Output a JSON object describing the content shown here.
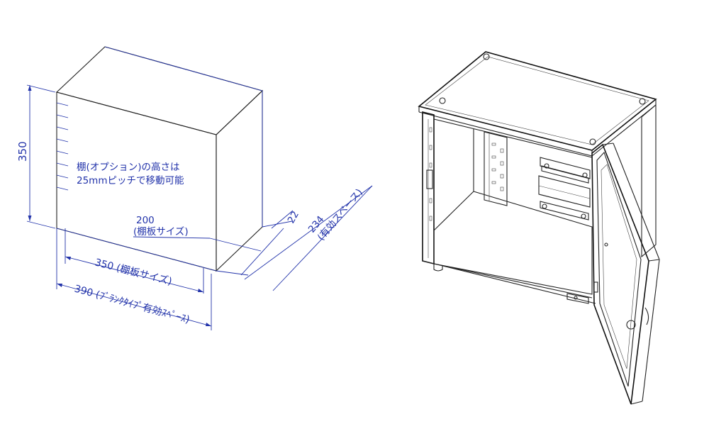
{
  "colors": {
    "dimension": "#2233aa",
    "outline": "#222222",
    "background": "#ffffff"
  },
  "dimensions": {
    "height_350": "350",
    "note_line1": "棚(オプション)の高さは",
    "note_line2": "25mmピッチで移動可能",
    "shelf_depth_value": "200",
    "shelf_depth_caption": "(棚板サイズ)",
    "depth_22": "22",
    "depth_234_value": "234",
    "depth_234_caption": "(有効スペース)",
    "width_350": "350 (棚板サイズ)",
    "width_390": "390 (ﾌﾞﾗﾝｸﾀｲﾌﾟ有効ｽﾍﾟｰｽ)"
  }
}
